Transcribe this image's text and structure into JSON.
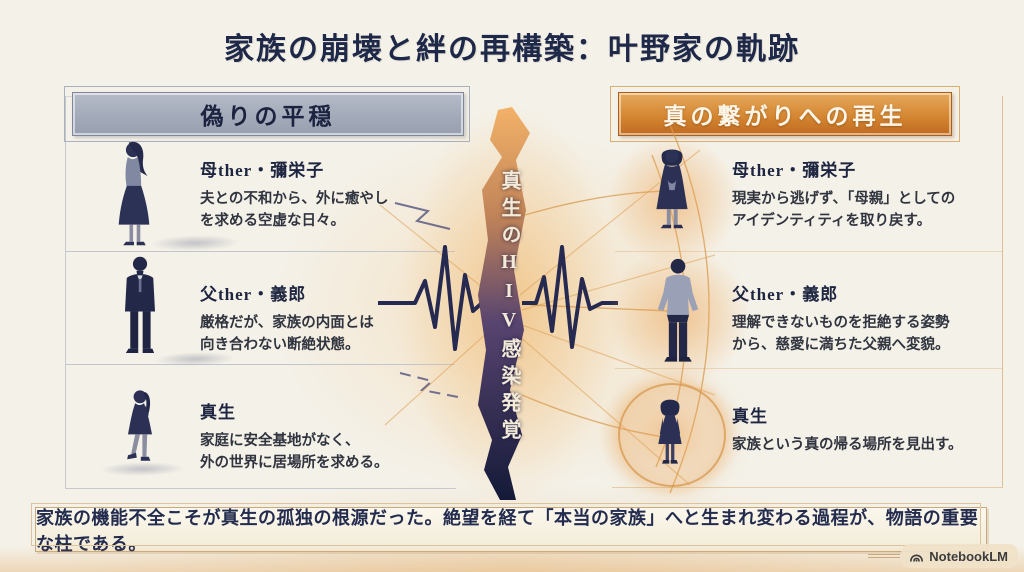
{
  "title": "家族の崩壊と絆の再構築：叶野家の軌跡",
  "left_panel": {
    "header": "偽りの平穏",
    "entries": [
      {
        "name": "母ther・彌栄子",
        "desc": "夫との不和から、外に癒やし\nを求める空虚な日々。"
      },
      {
        "name": "父ther・義郎",
        "desc": "厳格だが、家族の内面とは\n向き合わない断絶状態。"
      },
      {
        "name": "真生",
        "desc": "家庭に安全基地がなく、\n外の世界に居場所を求める。"
      }
    ]
  },
  "center": {
    "event": "真生のHIV感染発覚"
  },
  "right_panel": {
    "header": "真の繋がりへの再生",
    "entries": [
      {
        "name": "母ther・彌栄子",
        "desc": "現実から逃げず、「母親」としての\nアイデンティティを取り戻す。"
      },
      {
        "name": "父ther・義郎",
        "desc": "理解できないものを拒絶する姿勢\nから、慈愛に満ちた父親へ変貌。"
      },
      {
        "name": "真生",
        "desc": "家族という真の帰る場所を見出す。"
      }
    ]
  },
  "footer": {
    "summary": "家族の機能不全こそが真生の孤独の根源だった。絶望を経て「本当の家族」へと生まれ変わる過程が、物語の重要な柱である。"
  },
  "branding": {
    "logo_text": "NotebookLM"
  },
  "colors": {
    "background": "#f4f1e8",
    "title_navy": "#1e2849",
    "left_header_bg": "#a9b0be",
    "right_header_orange": "#d3842f",
    "accent_orange": "#d9984e",
    "silhouette_navy": "#2b3054",
    "crack_top": "#f0b066",
    "crack_bottom": "#161b3a",
    "banner_border": "#c9a97e"
  }
}
